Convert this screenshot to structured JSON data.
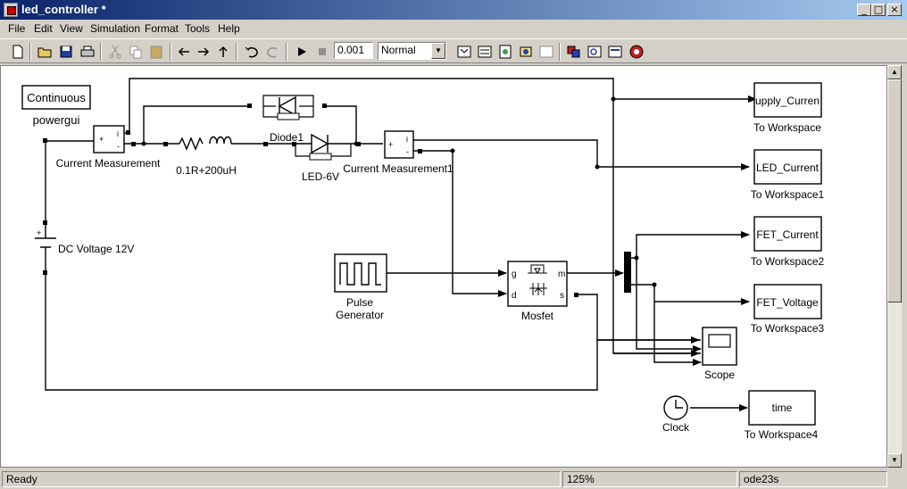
{
  "window": {
    "title": "led_controller *"
  },
  "menu": [
    "File",
    "Edit",
    "View",
    "Simulation",
    "Format",
    "Tools",
    "Help"
  ],
  "toolbar": {
    "stop_time": "0.001",
    "sim_mode": "Normal"
  },
  "blocks": {
    "powergui_box": "Continuous",
    "powergui_label": "powergui",
    "current_meas": "Current Measurement",
    "current_meas1": "Current Measurement1",
    "rl": "0.1R+200uH",
    "diode": "Diode1",
    "led": "LED-6V",
    "dc_voltage": "DC Voltage 12V",
    "pulse_line1": "Pulse",
    "pulse_line2": "Generator",
    "mosfet": "Mosfet",
    "scope": "Scope",
    "clock": "Clock",
    "ws_supply_box": "upply_Curren",
    "ws_supply_label": "To Workspace",
    "ws_led_box": "LED_Current",
    "ws_led_label": "To Workspace1",
    "ws_fetc_box": "FET_Current",
    "ws_fetc_label": "To Workspace2",
    "ws_fetv_box": "FET_Voltage",
    "ws_fetv_label": "To Workspace3",
    "ws_time_box": "time",
    "ws_time_label": "To Workspace4",
    "port_i": "i",
    "port_minus": "-",
    "port_plus": "+",
    "port_g": "g",
    "port_d": "d",
    "port_m": "m",
    "port_s": "s"
  },
  "status": {
    "state": "Ready",
    "zoom": "125%",
    "solver": "ode23s"
  }
}
